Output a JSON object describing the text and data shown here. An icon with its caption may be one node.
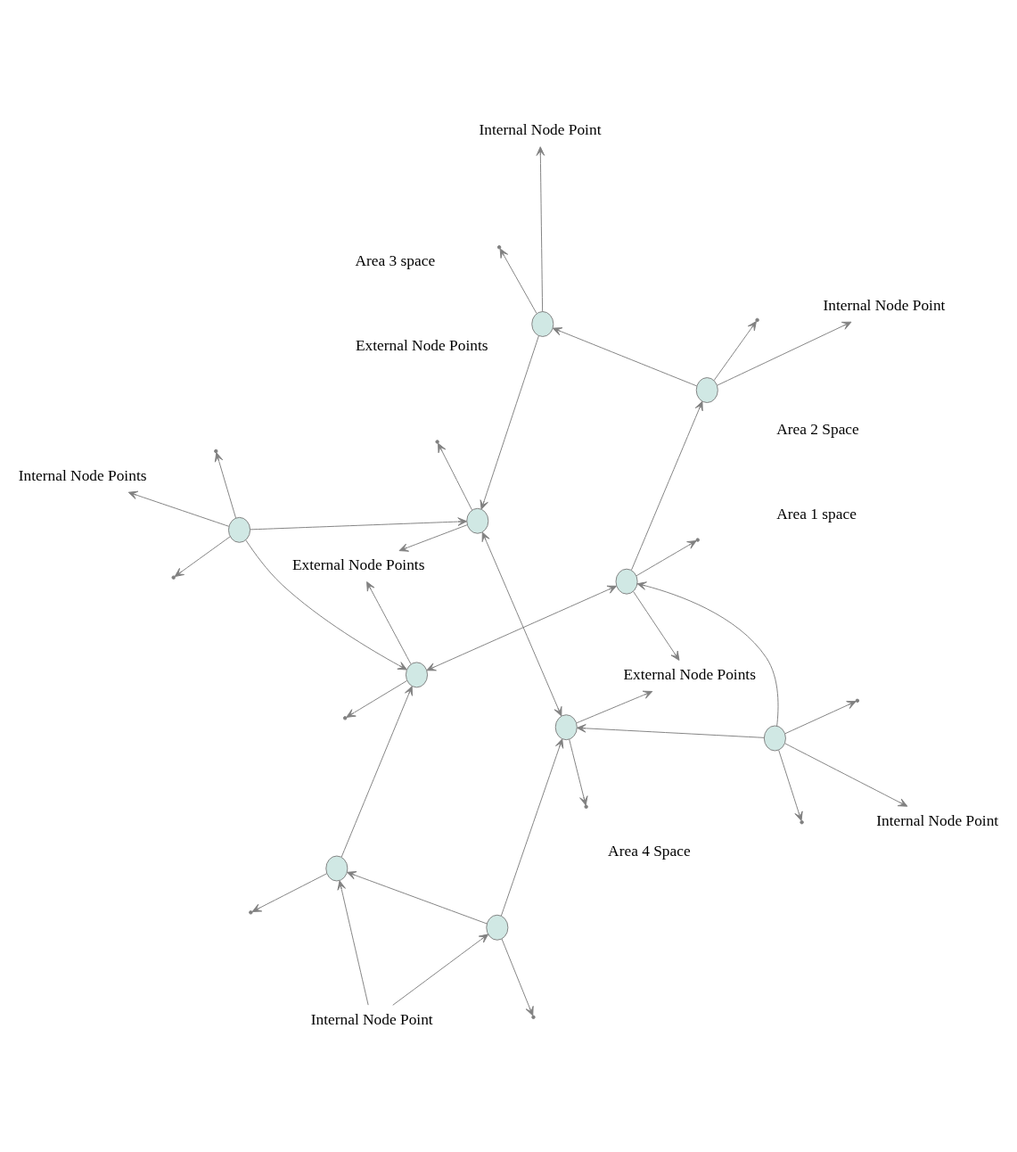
{
  "diagram": {
    "nodes": [
      {
        "text": [
          "External Node Points"
        ]
      },
      {
        "text": [
          "Internal Node Points"
        ]
      },
      {
        "text": [],
        "shape": "ellipse"
      },
      {
        "text": [],
        "shape": "ellipse"
      },
      {
        "text": [],
        "shape": "ellipse"
      },
      {
        "text": [
          "Internal Node Point"
        ]
      },
      {
        "text": [],
        "shape": "ellipse"
      },
      {
        "text": [],
        "shape": "ellipse"
      },
      {
        "text": [
          "Internal Node Point"
        ]
      },
      {
        "text": [],
        "shape": "ellipse"
      },
      {
        "text": [
          "Internal Node Point"
        ]
      },
      {
        "text": [],
        "shape": "ellipse"
      },
      {
        "text": [],
        "shape": "ellipse"
      },
      {
        "text": [],
        "shape": "ellipse"
      },
      {
        "text": [],
        "shape": "ellipse"
      },
      {
        "text": [
          "Internal Node Point"
        ]
      },
      {
        "text": [
          "External Node Points"
        ]
      }
    ],
    "edges": [
      {
        "from": 2,
        "to": 3,
        "arrow": "to"
      },
      {
        "from": 2,
        "to": 4,
        "arrow": "to"
      },
      {
        "from": 7,
        "to": 4,
        "arrow": "to"
      },
      {
        "from": 11,
        "to": 7,
        "arrow": "to"
      },
      {
        "from": 13,
        "to": 11,
        "arrow": "to"
      },
      {
        "from": 14,
        "to": 13,
        "arrow": "to"
      },
      {
        "from": 14,
        "to": 12,
        "arrow": "to"
      },
      {
        "from": 9,
        "to": 12,
        "arrow": "to"
      },
      {
        "from": 9,
        "to": 6,
        "arrow": "to"
      },
      {
        "from": 6,
        "to": 3,
        "arrow": "to"
      },
      {
        "from": 3,
        "to": 13,
        "arrow": "both"
      },
      {
        "from": 4,
        "to": 12,
        "arrow": "both"
      },
      {
        "from": 3,
        "to": null,
        "arrow": "to"
      },
      {
        "from": 6,
        "to": null,
        "arrow": "to"
      },
      {
        "from": 2,
        "to": null,
        "arrow": "to"
      },
      {
        "from": 2,
        "to": null,
        "arrow": "to"
      },
      {
        "from": 4,
        "to": null,
        "arrow": "to"
      },
      {
        "from": 7,
        "to": null,
        "arrow": "to"
      },
      {
        "from": 12,
        "to": null,
        "arrow": "to"
      },
      {
        "from": 9,
        "to": null,
        "arrow": "to"
      },
      {
        "from": 14,
        "to": null,
        "arrow": "to"
      },
      {
        "from": 14,
        "to": null,
        "arrow": "to"
      },
      {
        "from": 13,
        "to": null,
        "arrow": "to"
      },
      {
        "from": 11,
        "to": null,
        "arrow": "to"
      },
      {
        "from": 3,
        "to": 0,
        "arrow": "to"
      },
      {
        "from": 4,
        "to": 0,
        "arrow": "to"
      },
      {
        "from": 12,
        "to": 16,
        "arrow": "to"
      },
      {
        "from": 13,
        "to": 16,
        "arrow": "to"
      },
      {
        "from": 2,
        "to": 1,
        "arrow": "to"
      },
      {
        "from": 7,
        "to": 5,
        "arrow": "to"
      },
      {
        "from": 11,
        "to": 10,
        "arrow": "to"
      },
      {
        "from": 14,
        "to": 15,
        "arrow": "to"
      },
      {
        "from": 8,
        "to": 6,
        "arrow": "to"
      },
      {
        "from": 8,
        "to": 9,
        "arrow": "to"
      }
    ],
    "labels": [
      "Area 1 space",
      "External Node Points",
      "Area 2 Space",
      "Area 4 Space",
      "Area 3 space"
    ]
  }
}
